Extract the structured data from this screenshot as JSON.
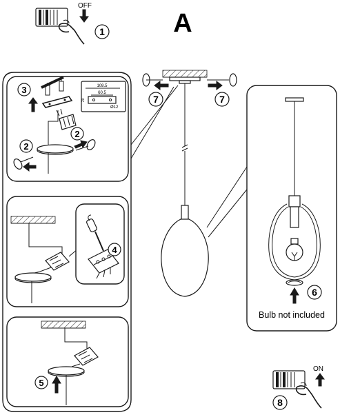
{
  "header": {
    "variant_letter": "A"
  },
  "steps": {
    "s1": "1",
    "s2a": "2",
    "s2b": "2",
    "s3": "3",
    "s4": "4",
    "s5": "5",
    "s6": "6",
    "s7a": "7",
    "s7b": "7",
    "s8": "8"
  },
  "labels": {
    "off": "OFF",
    "on": "ON",
    "bulb_note": "Bulb not included"
  },
  "dimensions": {
    "width_outer": "108.5",
    "width_inner": "60.5",
    "height": "20",
    "diameter": "Ø12"
  },
  "colors": {
    "ink": "#1a1a1a",
    "paper": "#ffffff",
    "hatch": "#1a1a1a"
  }
}
